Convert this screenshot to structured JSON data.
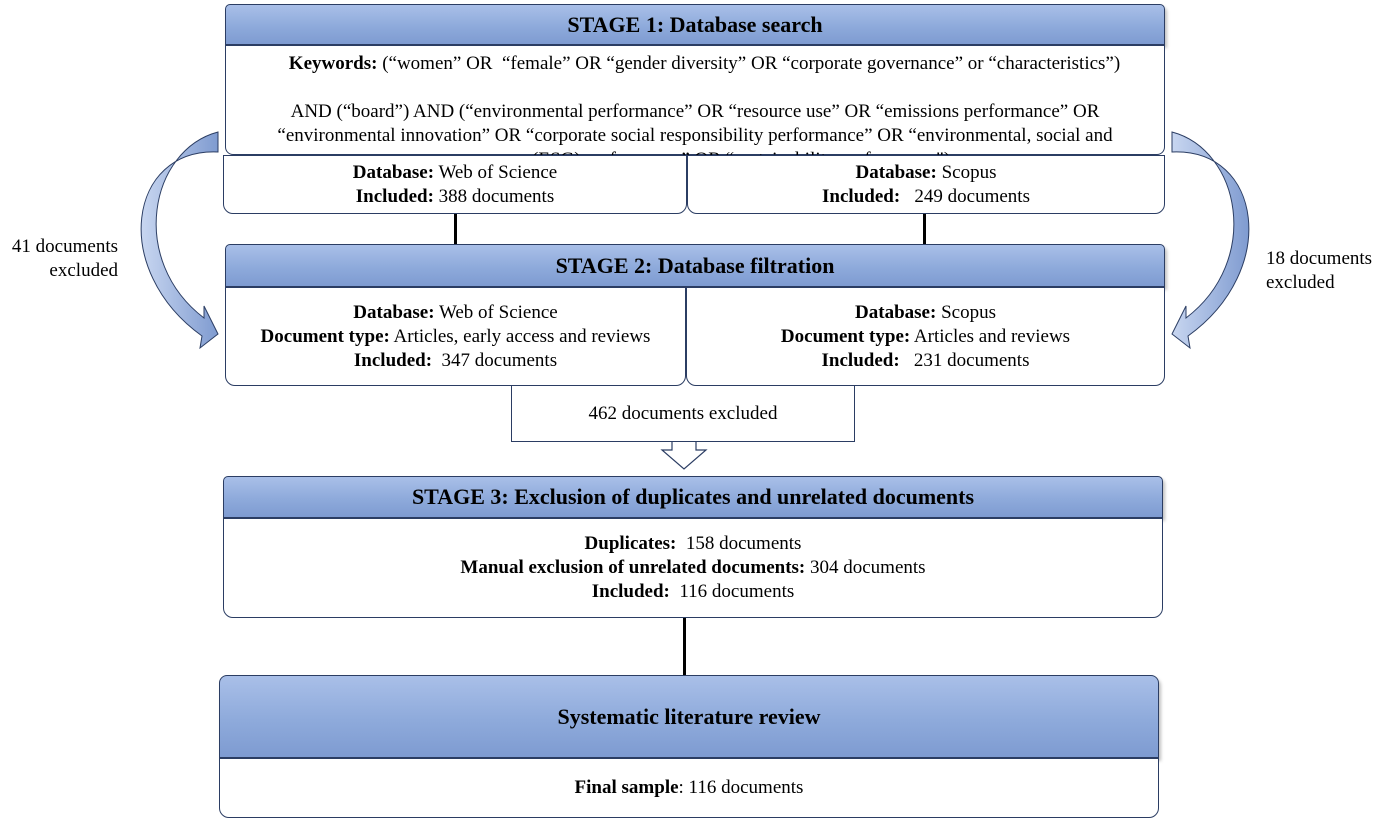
{
  "stage1": {
    "title": "STAGE 1: Database search",
    "keywords_label": "Keywords:",
    "keywords_lines": [
      " (“women” OR  “female” OR “gender diversity” OR “corporate governance” or “characteristics”)",
      "AND (“board”) AND (“environmental performance” OR “resource use” OR “emissions performance” OR",
      "“environmental innovation” OR “corporate social responsibility performance” OR “environmental, social and",
      "governance (ESG) performance” OR “sustainability performance\")"
    ],
    "wos": {
      "db_label": "Database:",
      "db_value": " Web of Science",
      "incl_label": "Included:",
      "incl_value": " 388 documents"
    },
    "scopus": {
      "db_label": "Database:",
      "db_value": " Scopus",
      "incl_label": "Included:",
      "incl_value": "   249 documents"
    }
  },
  "stage2": {
    "title": "STAGE 2: Database filtration",
    "wos": {
      "db_label": "Database:",
      "db_value": " Web of Science",
      "type_label": "Document type:",
      "type_value": " Articles, early access and reviews",
      "incl_label": "Included:",
      "incl_value": "  347 documents"
    },
    "scopus": {
      "db_label": "Database:",
      "db_value": " Scopus",
      "type_label": "Document type:",
      "type_value": " Articles and reviews",
      "incl_label": "Included:",
      "incl_value": "   231 documents"
    }
  },
  "left_excluded": [
    "41 documents",
    "excluded"
  ],
  "right_excluded": [
    "18 documents",
    "excluded"
  ],
  "middle_excluded": "462 documents excluded",
  "stage3": {
    "title": "STAGE 3: Exclusion of duplicates and unrelated documents",
    "dup_label": "Duplicates:",
    "dup_value": "  158 documents",
    "manual_label": "Manual exclusion of unrelated documents:",
    "manual_value": " 304 documents",
    "incl_label": "Included:",
    "incl_value": "  116 documents"
  },
  "final": {
    "title": "Systematic literature review",
    "sample_label": "Final sample",
    "sample_value": ": 116 documents"
  },
  "colors": {
    "header_fill": "#8eaadb",
    "border": "#2b3d63",
    "arrow_fill": "#8ea8d8"
  }
}
